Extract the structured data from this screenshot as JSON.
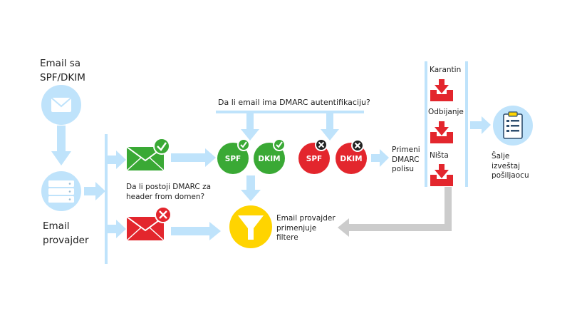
{
  "diagram": {
    "email_source_label_line1": "Email sa",
    "email_source_label_line2": "SPF/DKIM",
    "provider_label_line1": "Email",
    "provider_label_line2": "provajder",
    "dmarc_auth_question": "Da li email ima DMARC autentifikaciju?",
    "dmarc_exists_question_line1": "Da li postoji DMARC za",
    "dmarc_exists_question_line2": "header from domen?",
    "pass_spf": "SPF",
    "pass_dkim": "DKIM",
    "fail_spf": "SPF",
    "fail_dkim": "DKIM",
    "apply_policy_line1": "Primeni",
    "apply_policy_line2": "DMARC",
    "apply_policy_line3": "polisu",
    "policy_quarantine": "Karantin",
    "policy_reject": "Odbijanje",
    "policy_none": "Ništa",
    "filter_label_line1": "Email provajder",
    "filter_label_line2": "primenjuje",
    "filter_label_line3": "filtere",
    "report_label_line1": "Šalje",
    "report_label_line2": "izveštaj",
    "report_label_line3": "pošiljaocu"
  },
  "colors": {
    "arrow": "#bfe3fb",
    "icon_circle": "#bfe3fb",
    "pass_green": "#3aa935",
    "fail_red": "#e3262d",
    "filter_yellow": "#ffd400",
    "return_arrow": "#cccccc"
  }
}
